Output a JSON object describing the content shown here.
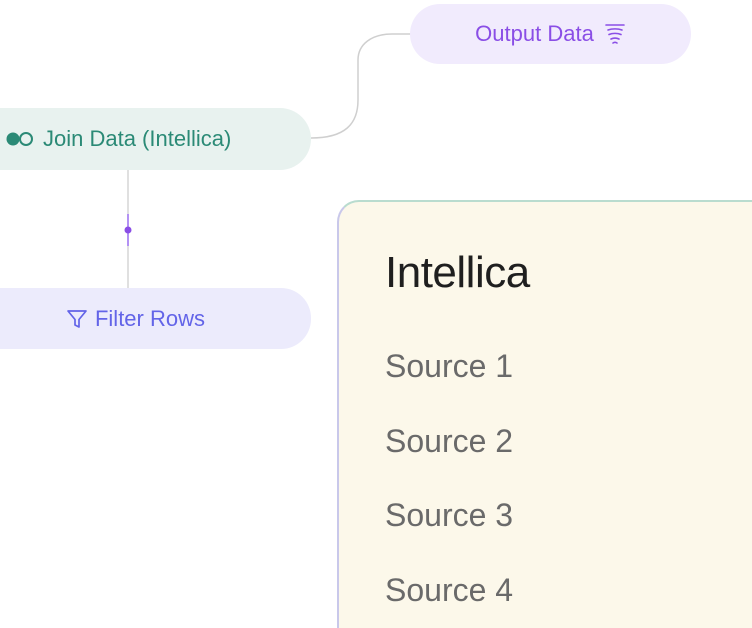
{
  "nodes": {
    "output": {
      "label": "Output Data",
      "icon": "stack-icon",
      "color": "#8a4ee6"
    },
    "join": {
      "label": "Join Data (Intellica)",
      "icon": "join-circles-icon",
      "color": "#2b8a76"
    },
    "filter": {
      "label": "Filter Rows",
      "icon": "funnel-icon",
      "color": "#6364e8"
    }
  },
  "panel": {
    "title": "Intellica",
    "sources": [
      {
        "label": "Source 1"
      },
      {
        "label": "Source 2"
      },
      {
        "label": "Source 3"
      },
      {
        "label": "Source 4"
      }
    ]
  }
}
